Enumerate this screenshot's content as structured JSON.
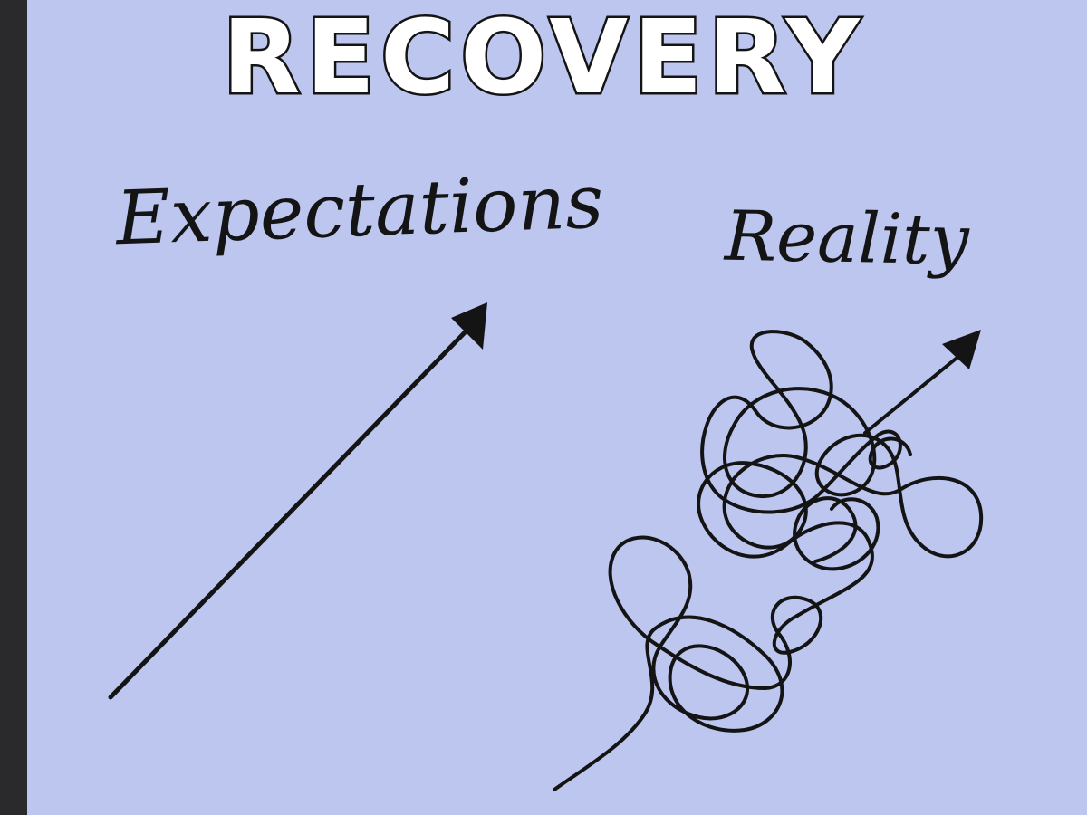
{
  "colors": {
    "paper": "#bcc6ee",
    "ink": "#141414",
    "edge": "#2a2a2c"
  },
  "title": "RECOVERY",
  "expectations": {
    "label": "Expectations",
    "path_type": "straight-arrow"
  },
  "reality": {
    "label": "Reality",
    "path_type": "tangled-scribble-arrow"
  }
}
